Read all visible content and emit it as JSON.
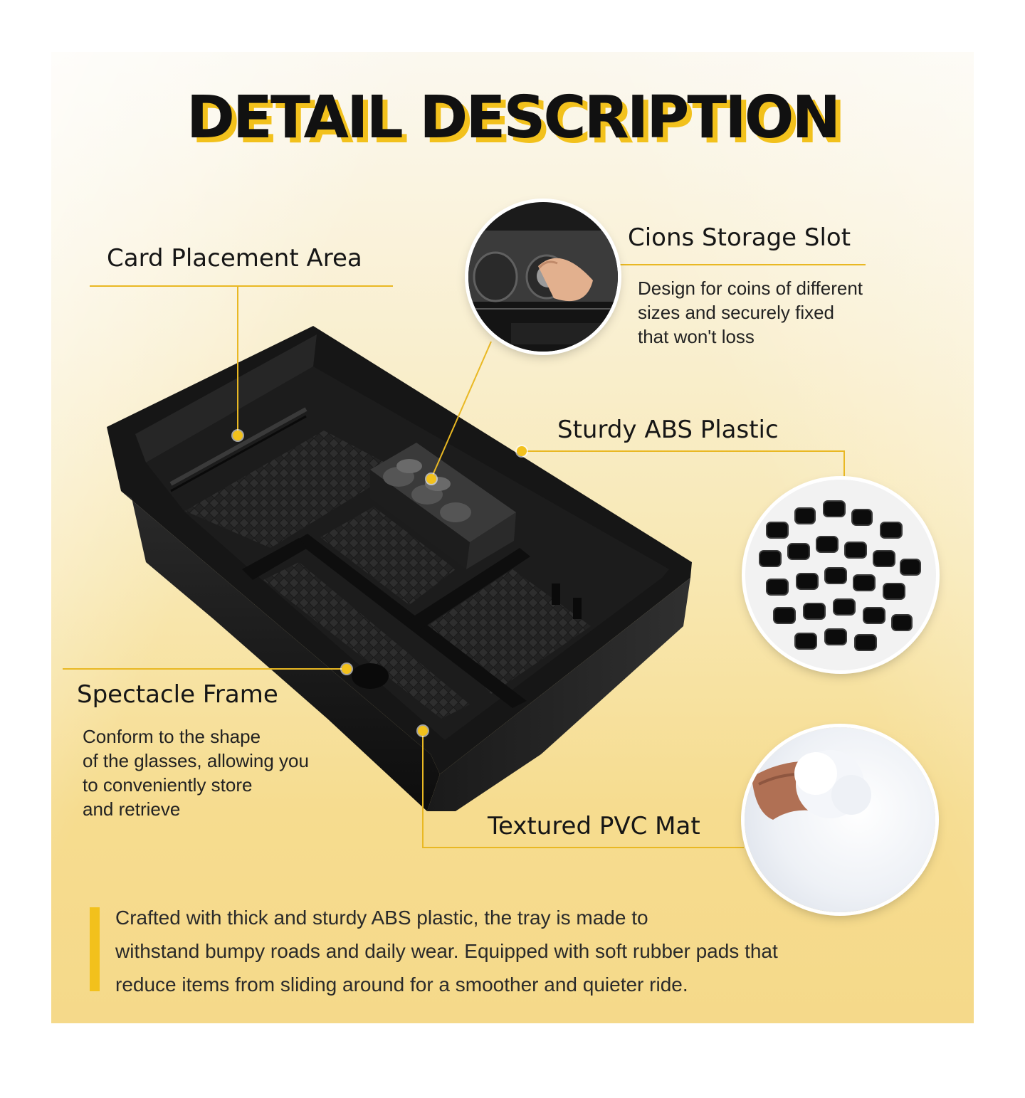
{
  "title": "DETAIL DESCRIPTION",
  "callouts": {
    "card": {
      "heading": "Card Placement Area"
    },
    "coins": {
      "heading": "Cions Storage Slot",
      "lines": [
        "Design for coins of different",
        "sizes and securely fixed",
        "that won't loss"
      ]
    },
    "abs": {
      "heading": "Sturdy ABS Plastic"
    },
    "spectacle": {
      "heading": "Spectacle Frame",
      "lines": [
        "Conform to the shape",
        "of the glasses, allowing you",
        "to conveniently store",
        "and retrieve"
      ]
    },
    "pvc": {
      "heading": "Textured PVC Mat"
    }
  },
  "summary": {
    "lines": [
      "Crafted with thick and sturdy ABS plastic, the tray is made to",
      "withstand bumpy roads and daily wear. Equipped with soft rubber pads that",
      "reduce items from sliding around for a smoother and quieter ride."
    ]
  },
  "colors": {
    "accent": "#f2c11c",
    "line": "#e9b823",
    "title_text": "#111111",
    "product": "#141414"
  }
}
